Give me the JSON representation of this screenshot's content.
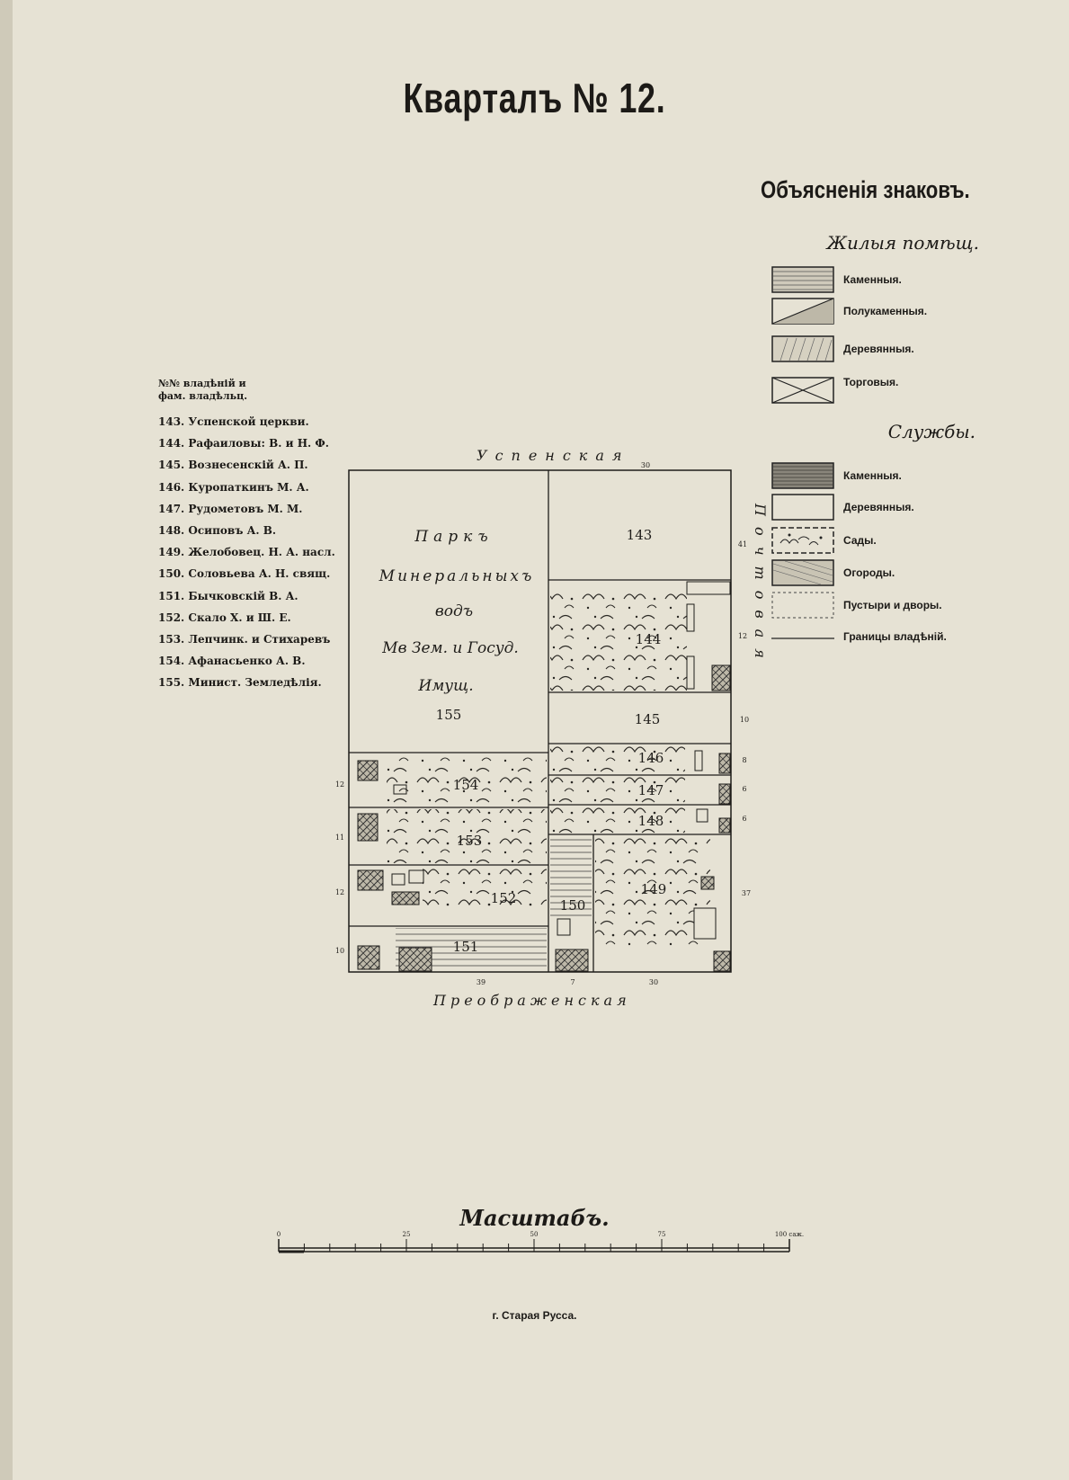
{
  "title": "Кварталъ № 12.",
  "legend": {
    "heading": "Объясненія знаковъ.",
    "residential_heading": "Жилыя помѣщ.",
    "residential": [
      {
        "label": "Каменныя.",
        "icon": "brick-hatch"
      },
      {
        "label": "Полукаменныя.",
        "icon": "diagonal-half"
      },
      {
        "label": "Деревянныя.",
        "icon": "wood-grain"
      },
      {
        "label": "Торговыя.",
        "icon": "cross-box"
      }
    ],
    "services_heading": "Службы.",
    "services": [
      {
        "label": "Каменныя.",
        "icon": "dense-hatch"
      },
      {
        "label": "Деревянныя.",
        "icon": "empty-box"
      },
      {
        "label": "Сады.",
        "icon": "garden-symbol"
      },
      {
        "label": "Огороды.",
        "icon": "fine-hatch"
      },
      {
        "label": "Пустыри и дворы.",
        "icon": "dashed-box"
      },
      {
        "label": "Границы владѣній.",
        "icon": "line"
      }
    ]
  },
  "owners": {
    "header_line1": "№№ владѣній и",
    "header_line2": "фам. владѣльц.",
    "items": [
      "143. Успенской церкви.",
      "144. Рафаиловы: В. и Н. Ф.",
      "145. Вознесенскій А. П.",
      "146. Куропаткинъ М. А.",
      "147. Рудометовъ М. М.",
      "148. Осиповъ А. В.",
      "149. Желобовец. Н. А. насл.",
      "150. Соловьева А. Н. свящ.",
      "151. Бычковскій В. А.",
      "152. Скало Х. и Ш. Е.",
      "153. Лепчинк. и Стихаревъ",
      "154. Афанасьенко А. В.",
      "155. Минист. Земледѣлія."
    ]
  },
  "map": {
    "street_top": "Успенская",
    "street_bottom": "Преображенская",
    "street_right": "Почтовая",
    "park_lines": [
      "Паркъ",
      "Минеральныхъ",
      "водъ",
      "Мв Зем. и Госуд.",
      "Имущ."
    ],
    "lots": [
      "155",
      "143",
      "144",
      "145",
      "146",
      "147",
      "148",
      "149",
      "150",
      "151",
      "152",
      "153",
      "154"
    ],
    "dims_top": [
      "30"
    ],
    "dims_right": [
      "41",
      "12",
      "10",
      "8",
      "6",
      "6",
      "37"
    ],
    "dims_left": [
      "12",
      "11",
      "12",
      "10"
    ],
    "dims_bottom": [
      "39",
      "7",
      "30"
    ]
  },
  "scale": {
    "title": "Масштабъ.",
    "ticks": [
      "0",
      "25",
      "50",
      "75",
      "100 саж."
    ]
  },
  "city": "г. Старая Русса."
}
